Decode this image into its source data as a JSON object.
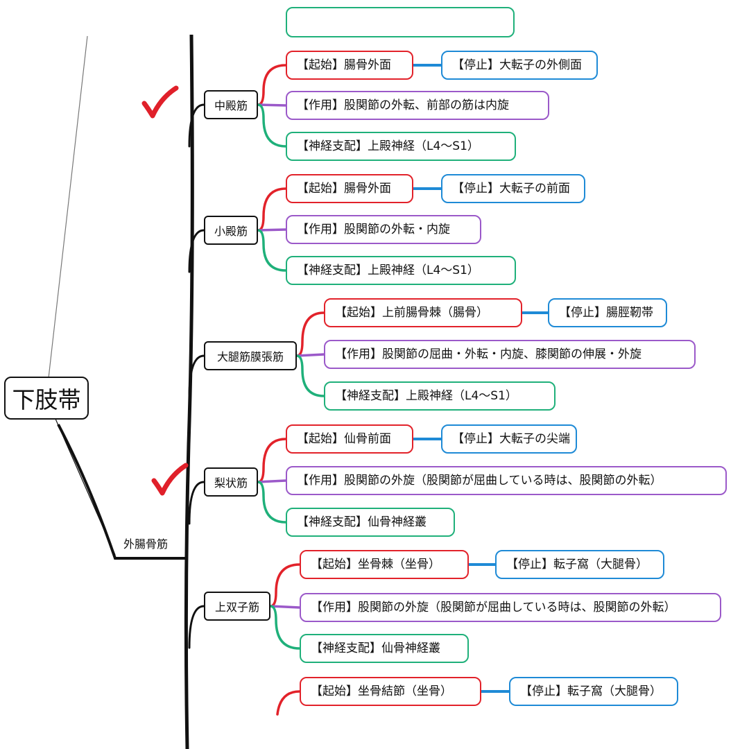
{
  "root_label": "下肢帯",
  "group_label": "外腸骨筋",
  "colors": {
    "origin": "#e2222a",
    "insertion": "#1e8ad6",
    "action": "#9b59c9",
    "nerve": "#1fb07a",
    "check": "#e0202a",
    "line": "#111111"
  },
  "muscles": [
    {
      "name": "中殿筋",
      "checked": true,
      "origin": "【起始】腸骨外面",
      "insertion": "【停止】大転子の外側面",
      "action": "【作用】股関節の外転、前部の筋は内旋",
      "nerve": "【神経支配】上殿神経（L4〜S1）"
    },
    {
      "name": "小殿筋",
      "checked": false,
      "origin": "【起始】腸骨外面",
      "insertion": "【停止】大転子の前面",
      "action": "【作用】股関節の外転・内旋",
      "nerve": "【神経支配】上殿神経（L4〜S1）"
    },
    {
      "name": "大腿筋膜張筋",
      "checked": false,
      "origin": "【起始】上前腸骨棘（腸骨）",
      "insertion": "【停止】腸脛靭帯",
      "action": "【作用】股関節の屈曲・外転・内旋、膝関節の伸展・外旋",
      "nerve": "【神経支配】上殿神経（L4〜S1）"
    },
    {
      "name": "梨状筋",
      "checked": true,
      "origin": "【起始】仙骨前面",
      "insertion": "【停止】大転子の尖端",
      "action": "【作用】股関節の外旋（股関節が屈曲している時は、股関節の外転）",
      "nerve": "【神経支配】仙骨神経叢"
    },
    {
      "name": "上双子筋",
      "checked": false,
      "origin": "【起始】坐骨棘（坐骨）",
      "insertion": "【停止】転子窩（大腿骨）",
      "action": "【作用】股関節の外旋（股関節が屈曲している時は、股関節の外転）",
      "nerve": "【神経支配】仙骨神経叢"
    }
  ],
  "partial_bottom": {
    "origin": "【起始】坐骨結節（坐骨）",
    "insertion": "【停止】転子窩（大腿骨）"
  }
}
